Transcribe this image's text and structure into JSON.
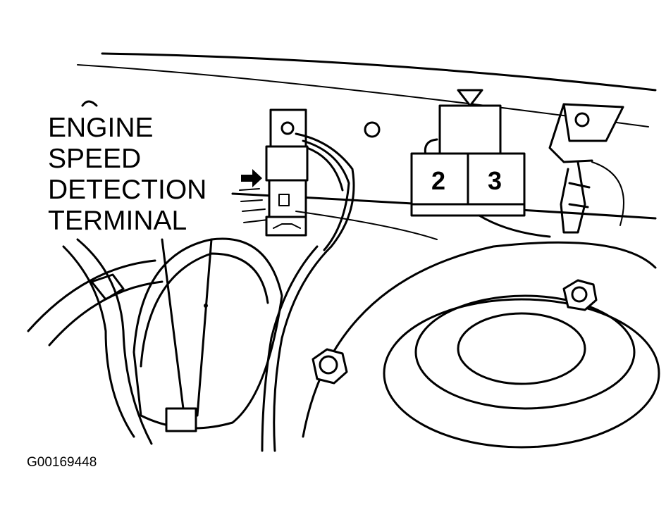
{
  "callout": {
    "line1": "ENGINE",
    "line2": "SPEED",
    "line3": "DETECTION",
    "line4": "TERMINAL"
  },
  "relay": {
    "left_number": "2",
    "right_number": "3"
  },
  "figure_id": "G00169448",
  "icons": [
    "arrow-pointer-icon",
    "triangle-marker-icon"
  ]
}
